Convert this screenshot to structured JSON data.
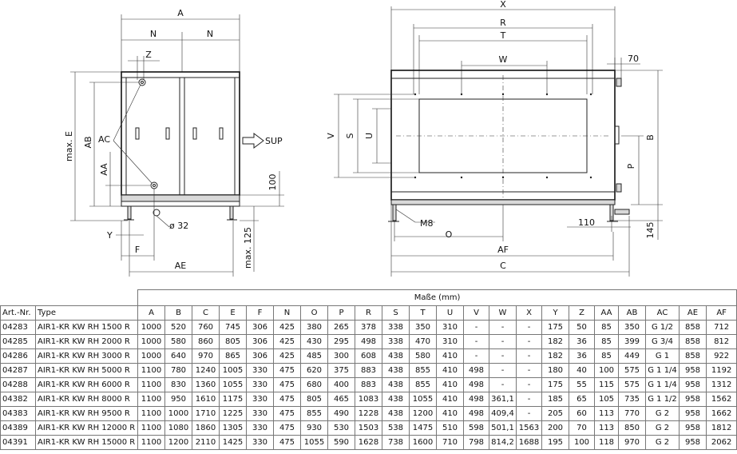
{
  "drawing": {
    "left_labels": {
      "A": "A",
      "N": "N",
      "Z": "Z",
      "maxE": "max. E",
      "AB": "AB",
      "AC": "AC",
      "AA": "AA",
      "SUP": "SUP",
      "d100": "100",
      "d32": "ø 32",
      "Y": "Y",
      "F": "F",
      "AE": "AE",
      "max125": "max. 125"
    },
    "right_labels": {
      "X": "X",
      "R": "R",
      "T": "T",
      "W": "W",
      "d70": "70",
      "V": "V",
      "S": "S",
      "U": "U",
      "B": "B",
      "P": "P",
      "M8": "M8",
      "O": "O",
      "d110": "110",
      "d145": "145",
      "AF": "AF",
      "C": "C"
    }
  },
  "table": {
    "group_header": "Maße (mm)",
    "headers": [
      "Art.-Nr.",
      "Type",
      "A",
      "B",
      "C",
      "E",
      "F",
      "N",
      "O",
      "P",
      "R",
      "S",
      "T",
      "U",
      "V",
      "W",
      "X",
      "Y",
      "Z",
      "AA",
      "AB",
      "AC",
      "AE",
      "AF"
    ],
    "rows": [
      [
        "04283",
        "AIR1-KR KW RH 1500 R",
        "1000",
        "520",
        "760",
        "745",
        "306",
        "425",
        "380",
        "265",
        "378",
        "338",
        "350",
        "310",
        "-",
        "-",
        "-",
        "175",
        "50",
        "85",
        "350",
        "G 1/2",
        "858",
        "712"
      ],
      [
        "04285",
        "AIR1-KR KW RH 2000 R",
        "1000",
        "580",
        "860",
        "805",
        "306",
        "425",
        "430",
        "295",
        "498",
        "338",
        "470",
        "310",
        "-",
        "-",
        "-",
        "182",
        "36",
        "85",
        "399",
        "G 3/4",
        "858",
        "812"
      ],
      [
        "04286",
        "AIR1-KR KW RH 3000 R",
        "1000",
        "640",
        "970",
        "865",
        "306",
        "425",
        "485",
        "300",
        "608",
        "438",
        "580",
        "410",
        "-",
        "-",
        "-",
        "182",
        "36",
        "85",
        "449",
        "G 1",
        "858",
        "922"
      ],
      [
        "04287",
        "AIR1-KR KW RH 5000 R",
        "1100",
        "780",
        "1240",
        "1005",
        "330",
        "475",
        "620",
        "375",
        "883",
        "438",
        "855",
        "410",
        "498",
        "-",
        "-",
        "180",
        "40",
        "100",
        "575",
        "G 1 1/4",
        "958",
        "1192"
      ],
      [
        "04288",
        "AIR1-KR KW RH 6000 R",
        "1100",
        "830",
        "1360",
        "1055",
        "330",
        "475",
        "680",
        "400",
        "883",
        "438",
        "855",
        "410",
        "498",
        "-",
        "-",
        "175",
        "55",
        "115",
        "575",
        "G 1 1/4",
        "958",
        "1312"
      ],
      [
        "04382",
        "AIR1-KR KW RH 8000 R",
        "1100",
        "950",
        "1610",
        "1175",
        "330",
        "475",
        "805",
        "465",
        "1083",
        "438",
        "1055",
        "410",
        "498",
        "361,1",
        "-",
        "185",
        "65",
        "105",
        "735",
        "G 1 1/2",
        "958",
        "1562"
      ],
      [
        "04383",
        "AIR1-KR KW RH 9500 R",
        "1100",
        "1000",
        "1710",
        "1225",
        "330",
        "475",
        "855",
        "490",
        "1228",
        "438",
        "1200",
        "410",
        "498",
        "409,4",
        "-",
        "205",
        "60",
        "113",
        "770",
        "G 2",
        "958",
        "1662"
      ],
      [
        "04389",
        "AIR1-KR KW RH 12000 R",
        "1100",
        "1080",
        "1860",
        "1305",
        "330",
        "475",
        "930",
        "530",
        "1503",
        "538",
        "1475",
        "510",
        "598",
        "501,1",
        "1563",
        "200",
        "70",
        "113",
        "850",
        "G 2",
        "958",
        "1812"
      ],
      [
        "04391",
        "AIR1-KR KW RH 15000 R",
        "1100",
        "1200",
        "2110",
        "1425",
        "330",
        "475",
        "1055",
        "590",
        "1628",
        "738",
        "1600",
        "710",
        "798",
        "814,2",
        "1688",
        "195",
        "100",
        "118",
        "970",
        "G 2",
        "958",
        "2062"
      ]
    ]
  }
}
